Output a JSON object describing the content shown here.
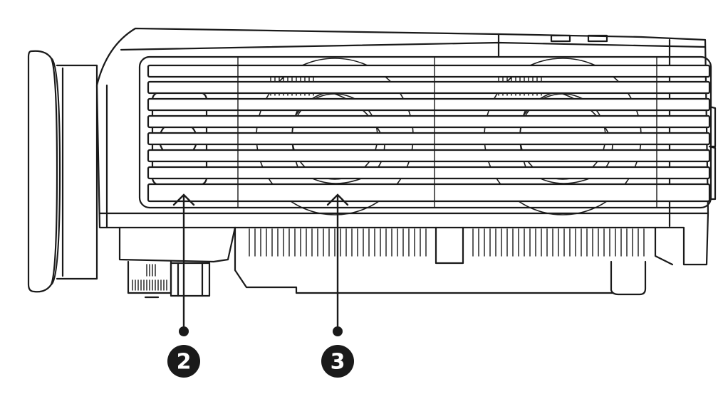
{
  "diagram": {
    "subject": "projector-side-view",
    "stroke_color": "#1a1a1a",
    "background_color": "#ffffff",
    "callouts": [
      {
        "id": "callout-2",
        "number": "2",
        "target": "intake-vent-grille"
      },
      {
        "id": "callout-3",
        "number": "3",
        "target": "cooling-fans"
      }
    ]
  }
}
